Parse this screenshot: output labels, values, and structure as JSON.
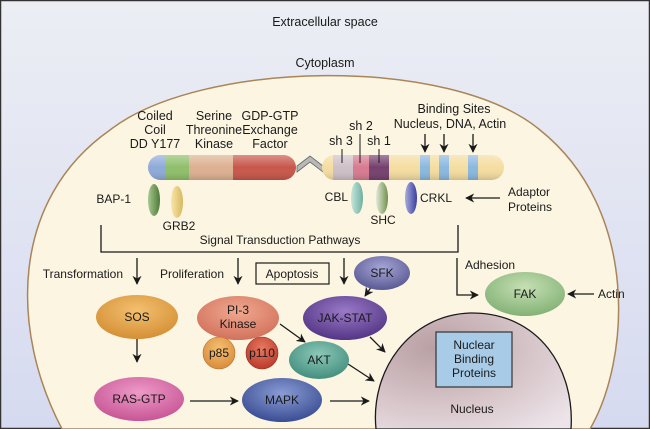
{
  "regions": {
    "extracellular": "Extracellular space",
    "cytoplasm": "Cytoplasm",
    "nucleus": "Nucleus"
  },
  "bcr_domains": [
    {
      "lines": [
        "Coiled",
        "Coil",
        "DD Y177"
      ],
      "color": "#8eaad8"
    },
    {
      "lines": [
        "Serine",
        "Threonine",
        "Kinase"
      ],
      "color": "#d9a184"
    },
    {
      "lines": [
        "GDP-GTP",
        "Exchange",
        "Factor"
      ],
      "color": "#c8564a"
    }
  ],
  "bcr_extra_color": "#8fbf6a",
  "abl_domains": {
    "sh3": "sh 3",
    "sh2": "sh 2",
    "sh1": "sh 1",
    "binding_sites_title": "Binding Sites",
    "binding_sites_sub": "Nucleus, DNA, Actin"
  },
  "adaptors": {
    "bap1": "BAP-1",
    "grb2": "GRB2",
    "cbl": "CBL",
    "shc": "SHC",
    "crkl": "CRKL",
    "adaptor_label_1": "Adaptor",
    "adaptor_label_2": "Proteins"
  },
  "pathways": {
    "title": "Signal Transduction Pathways",
    "transformation": "Transformation",
    "proliferation": "Proliferation",
    "apoptosis": "Apoptosis",
    "adhesion": "Adhesion",
    "actin": "Actin"
  },
  "nodes": {
    "sos": "SOS",
    "ras": "RAS-GTP",
    "pi3_1": "PI-3",
    "pi3_2": "Kinase",
    "p85": "p85",
    "p110": "p110",
    "akt": "AKT",
    "mapk": "MAPK",
    "jak": "JAK-STAT",
    "sfk": "SFK",
    "fak": "FAK"
  },
  "nuclear_box": [
    "Nuclear",
    "Binding",
    "Proteins"
  ],
  "colors": {
    "background": "#e2e5f0",
    "cytoplasm": "#fbf5e2",
    "membrane": "#a98558",
    "sos": "#e0a040",
    "ras": "#d86aa8",
    "pi3": "#e08a70",
    "p85": "#e8a050",
    "p110": "#d04a3a",
    "akt": "#5aa898",
    "mapk": "#4a62a8",
    "jak": "#6a4aa0",
    "sfk": "#6a6ab0",
    "fak": "#8fc088",
    "nucleus": "#c9b2b8",
    "nuclear_box": "#a8cce8"
  }
}
